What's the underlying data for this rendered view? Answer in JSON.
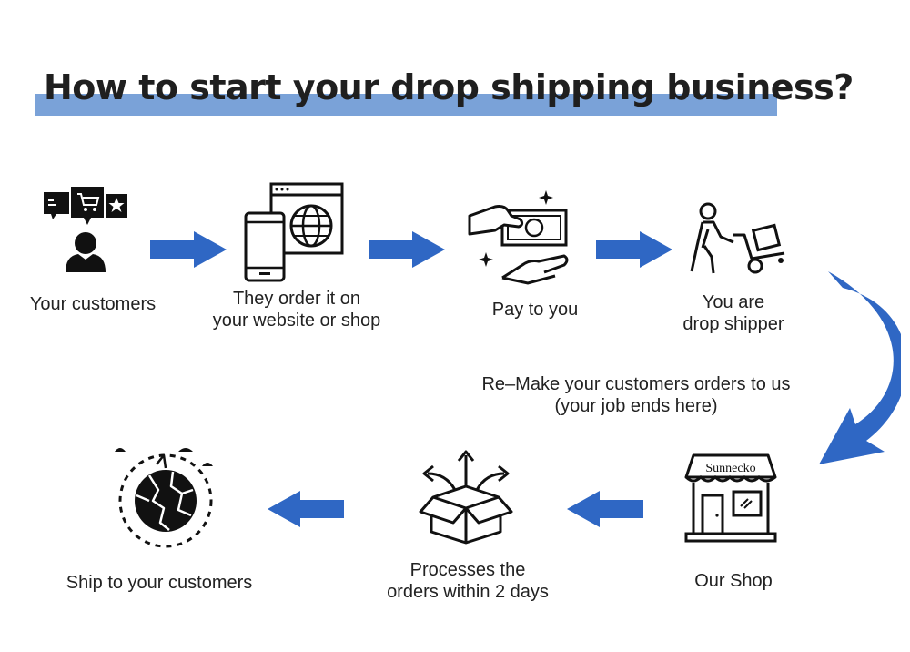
{
  "title": "How to start  your drop shipping business?",
  "steps": {
    "customers": "Your customers",
    "order_line1": "They order it on",
    "order_line2": "your website or shop",
    "pay": "Pay to you",
    "shipper_line1": "You are",
    "shipper_line2": "drop shipper",
    "remake_line1": "Re–Make your customers orders to us",
    "remake_line2": "(your job ends here)",
    "shop": "Our Shop",
    "process_line1": "Processes the",
    "process_line2": "orders within 2 days",
    "ship": "Ship to your customers"
  },
  "shop_sign": "Sunnecko",
  "colors": {
    "accent_blue": "#2f67c4",
    "title_bar": "#7aa2d8",
    "icon": "#111111"
  },
  "icons": [
    "customer-review-icon",
    "phone-website-icon",
    "payment-hand-icon",
    "delivery-cart-icon",
    "shop-icon",
    "open-box-icon",
    "globe-icon"
  ]
}
